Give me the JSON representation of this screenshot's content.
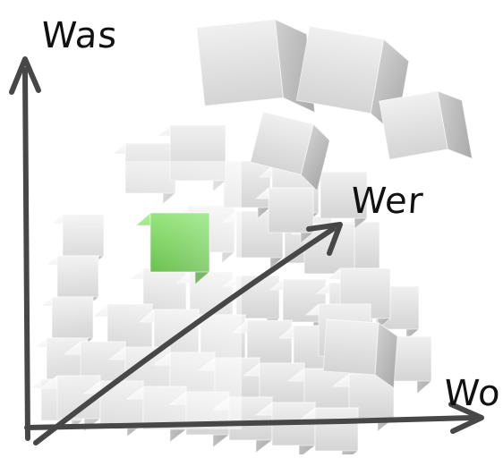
{
  "axes": {
    "vertical": "Was",
    "diagonal": "Wer",
    "horizontal": "Wo"
  },
  "colors": {
    "axis": "#474747",
    "cube_light": "#f2f2f2",
    "cube_mid": "#dcdcdc",
    "cube_dark": "#bdbdbd",
    "highlight_cube": "#4fc72a"
  }
}
